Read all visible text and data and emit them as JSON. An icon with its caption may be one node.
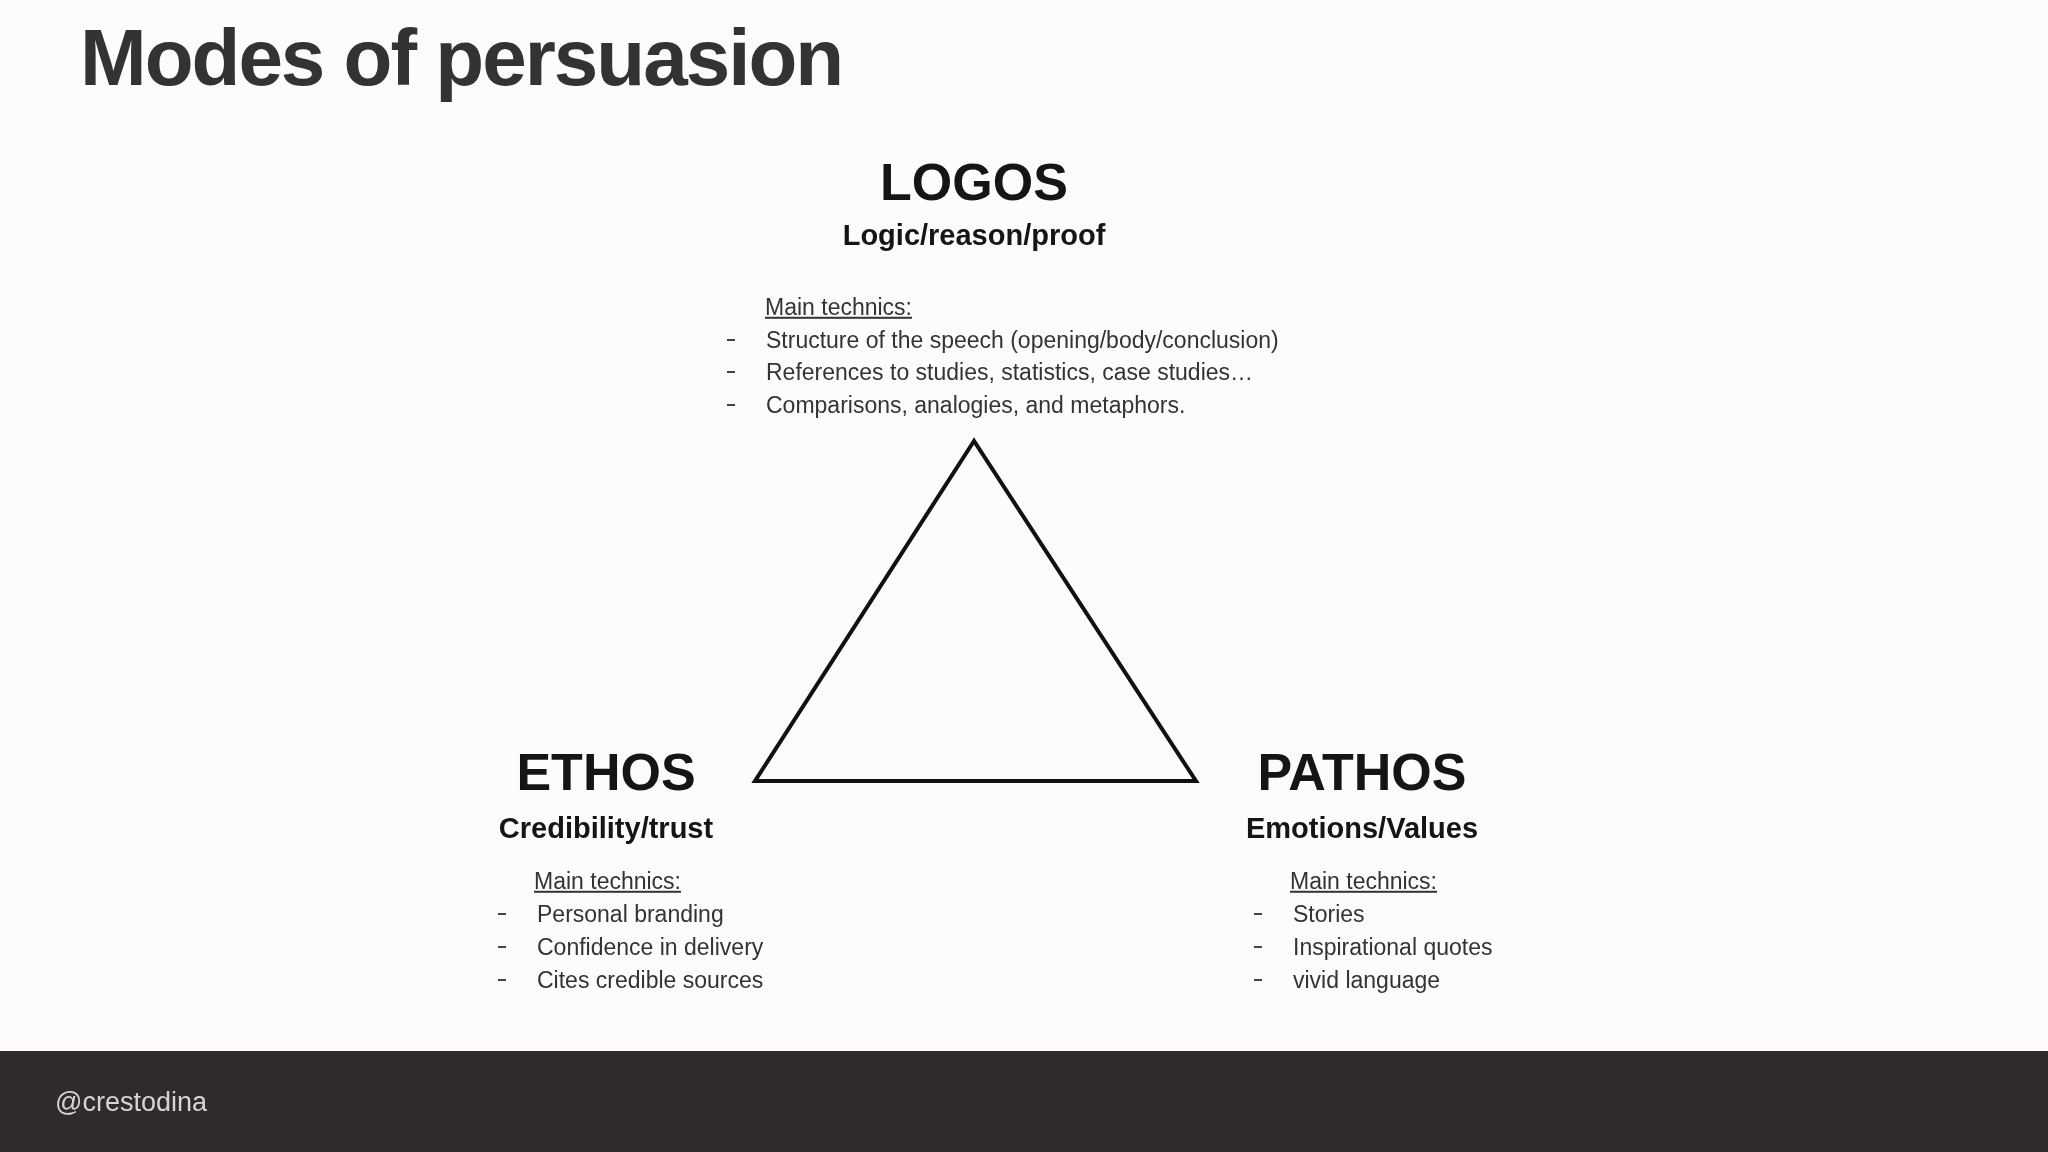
{
  "diagram": {
    "title": "Modes of persuasion",
    "labels": [
      "LOGOS",
      "Logic/reason/proof",
      "Main technics:",
      "Structure of the speech (opening/body/conclusion)",
      "References to studies, statistics, case studies…",
      "Comparisons, analogies, and metaphors.",
      "ETHOS",
      "Credibility/trust",
      "Main technics:",
      "Personal branding",
      "Confidence in delivery",
      "Cites credible sources",
      "PATHOS",
      "Emotions/Values",
      "Main technics:",
      "Stories",
      "Inspirational quotes",
      "vivid language",
      "@crestodina"
    ]
  }
}
